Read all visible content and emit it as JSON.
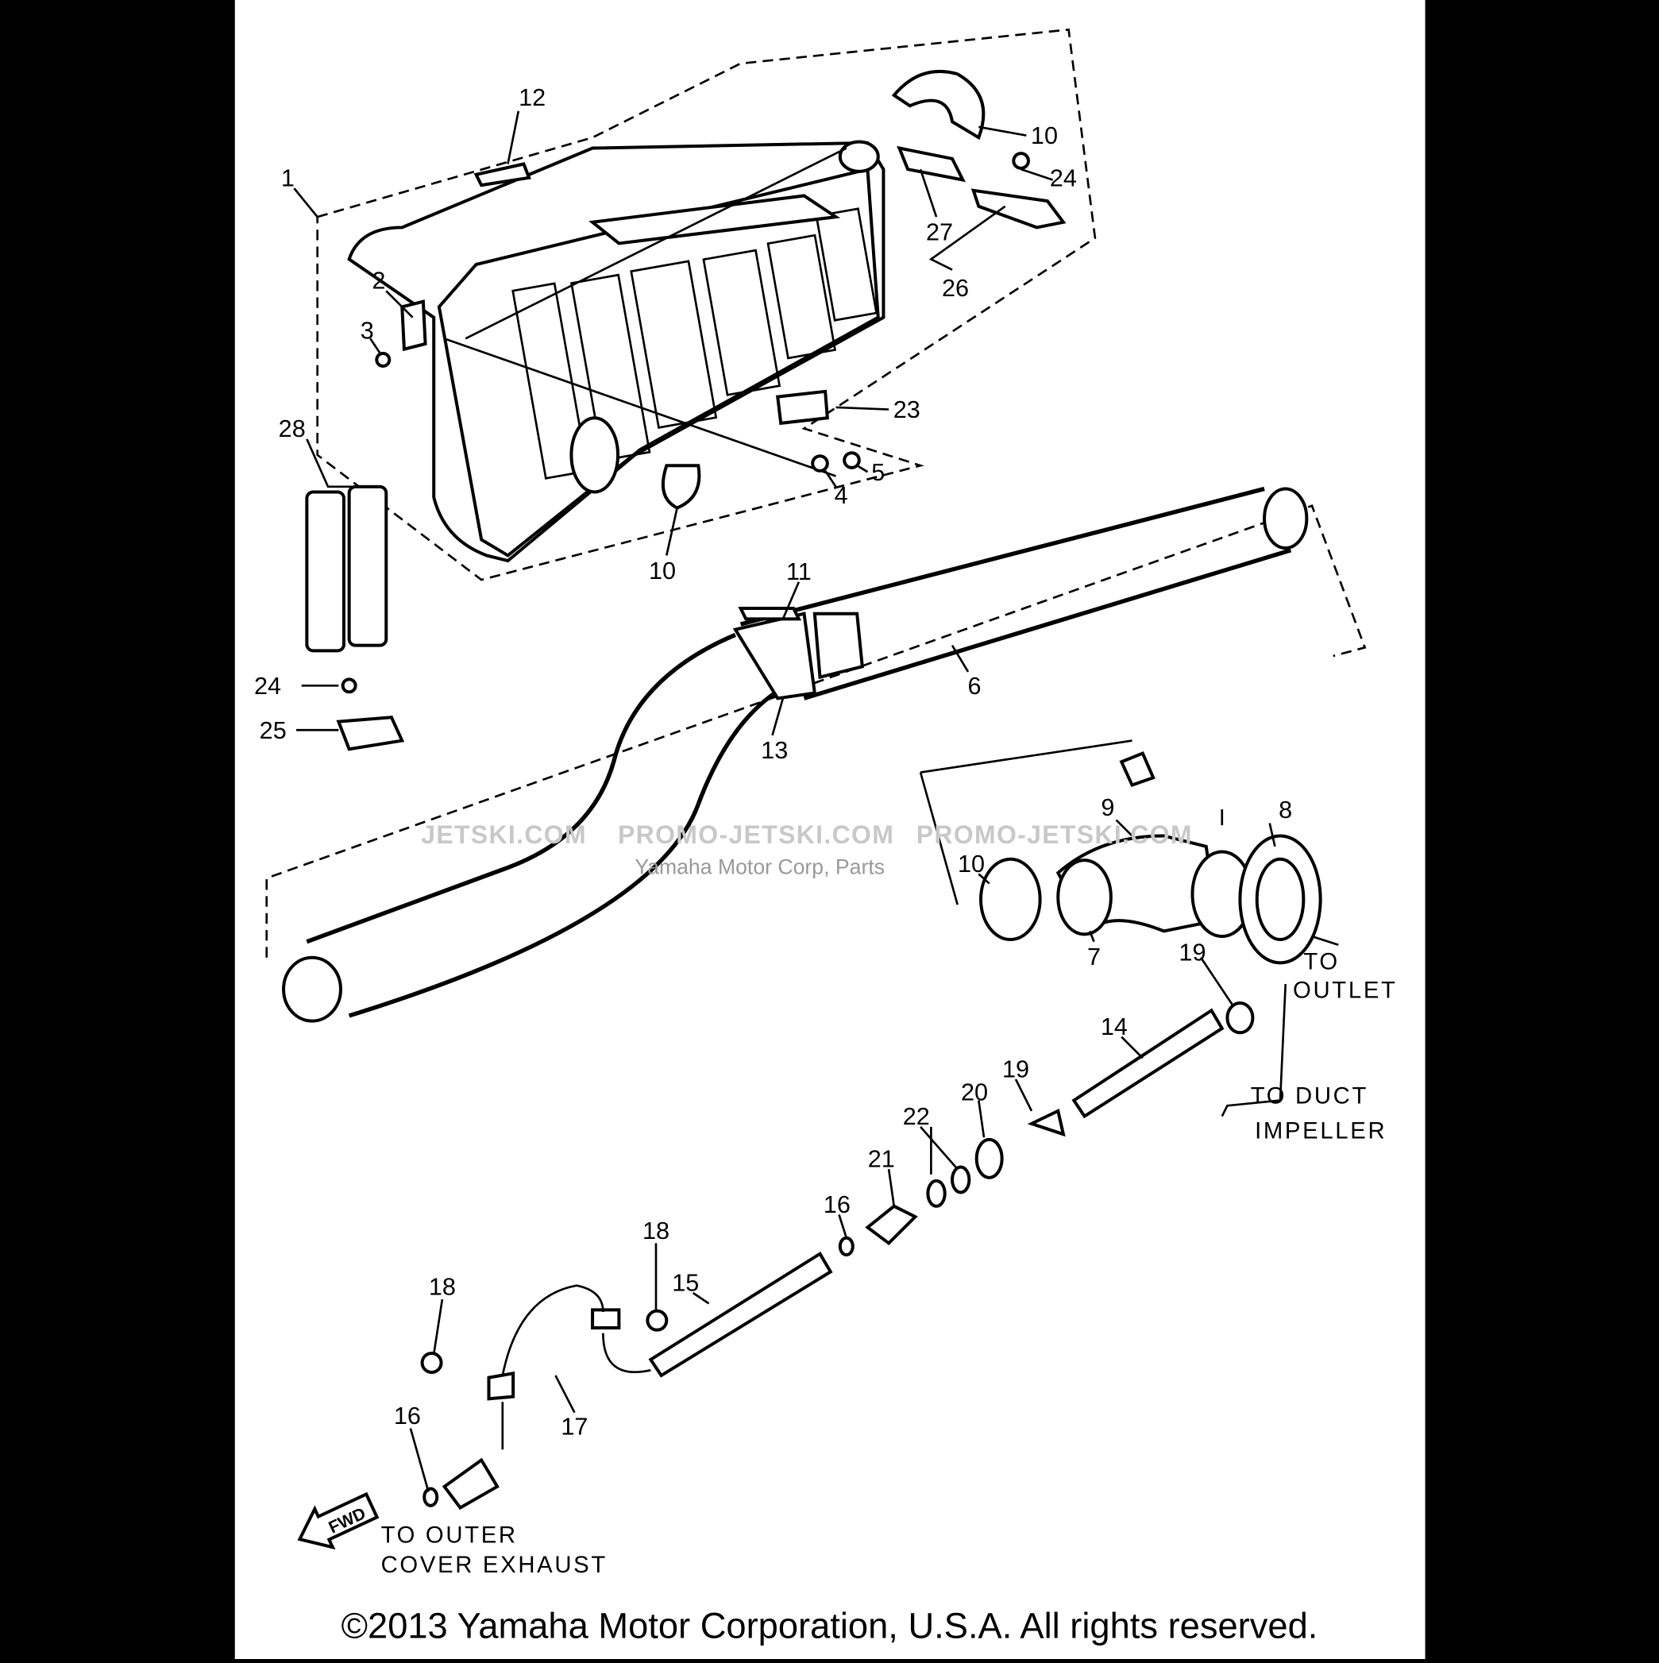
{
  "callouts": [
    "12",
    "1",
    "10",
    "24",
    "27",
    "26",
    "2",
    "3",
    "23",
    "28",
    "5",
    "4",
    "10",
    "11",
    "6",
    "24",
    "25",
    "13",
    "9",
    "8",
    "10",
    "7",
    "19",
    "14",
    "19",
    "20",
    "22",
    "21",
    "16",
    "18",
    "15",
    "18",
    "17",
    "16"
  ],
  "notes": {
    "to_outlet": [
      "TO",
      "OUTLET"
    ],
    "to_duct": [
      "TO DUCT",
      "IMPELLER"
    ],
    "to_outer": [
      "TO OUTER",
      "COVER EXHAUST"
    ],
    "fwd": "FWD"
  },
  "watermark": {
    "left": "JETSKI.COM",
    "middle": "PROMO-JETSKI.COM",
    "right": "PROMO-JETSKI.COM",
    "overlay": "Yamaha Motor Corp, Parts"
  },
  "copyright": "©2013 Yamaha Motor Corporation, U.S.A. All rights reserved."
}
